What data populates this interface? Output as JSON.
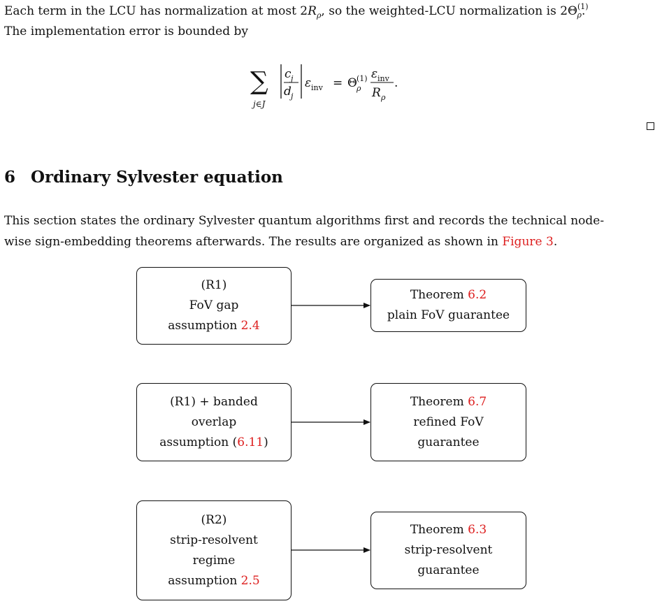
{
  "intro": {
    "line1_text": "Each term in the LCU has normalization at most 2",
    "line1_mid": ", so the weighted-LCU normalization is 2",
    "line2": "The implementation error is bounded by"
  },
  "equation": {
    "sum_index": "j∈J",
    "c": "c",
    "d": "d",
    "j": "j",
    "eps": "ε",
    "inv": "inv",
    "theta": "Θ",
    "rho": "ρ",
    "one": "(1)",
    "R": "R"
  },
  "section": {
    "number": "6",
    "title": "Ordinary Sylvester equation"
  },
  "body": {
    "text1": "This section states the ordinary Sylvester quantum algorithms first and records the technical node-",
    "text2_pre": "wise sign-embedding theorems afterwards. The results are organized as shown in ",
    "figure_ref": "Figure 3",
    "text2_post": "."
  },
  "flow": {
    "rows": [
      {
        "left": [
          "(R1)",
          "FoV gap"
        ],
        "left_last_pre": "assumption ",
        "left_last_ref": "2.4",
        "left_last_post": "",
        "right_pre": "Theorem ",
        "right_ref": "6.2",
        "right_lines": [
          "plain FoV guarantee"
        ]
      },
      {
        "left": [
          "(R1) + banded",
          "overlap"
        ],
        "left_last_pre": "assumption (",
        "left_last_ref": "6.11",
        "left_last_post": ")",
        "right_pre": "Theorem ",
        "right_ref": "6.7",
        "right_lines": [
          "refined FoV",
          "guarantee"
        ]
      },
      {
        "left": [
          "(R2)",
          "strip-resolvent",
          "regime"
        ],
        "left_last_pre": "assumption ",
        "left_last_ref": "2.5",
        "left_last_post": "",
        "right_pre": "Theorem ",
        "right_ref": "6.3",
        "right_lines": [
          "strip-resolvent",
          "guarantee"
        ]
      }
    ]
  },
  "colors": {
    "link": "#dd1e1e",
    "text": "#111111"
  }
}
